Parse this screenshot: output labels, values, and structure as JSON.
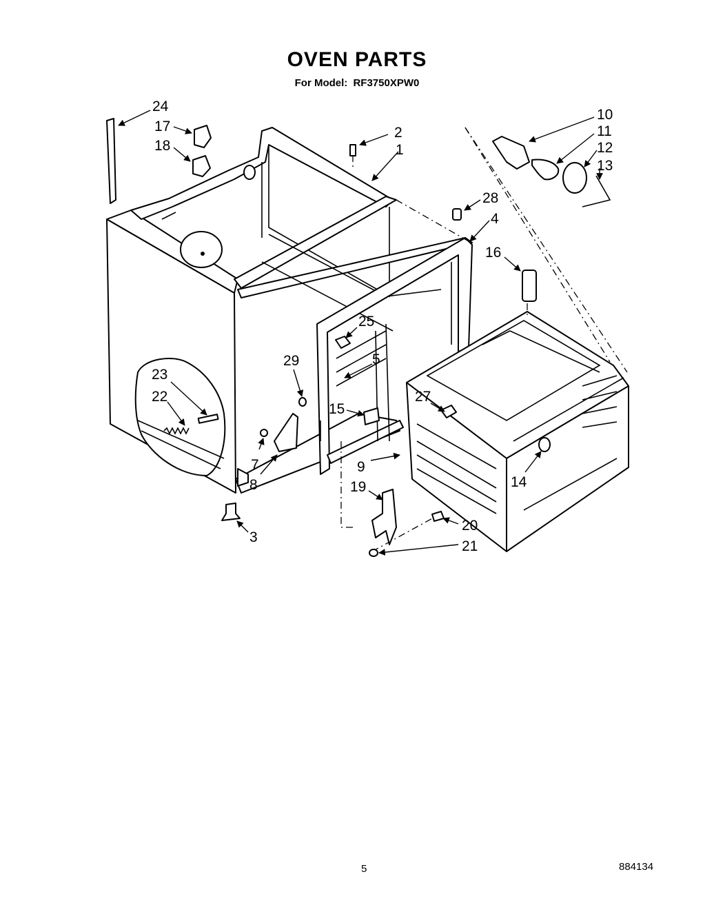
{
  "title": "OVEN PARTS",
  "subtitle": {
    "prefix": "For Model:",
    "model": "RF3750XPW0"
  },
  "callouts": [
    "24",
    "17",
    "18",
    "2",
    "1",
    "10",
    "11",
    "12",
    "13",
    "28",
    "4",
    "16",
    "25",
    "5",
    "29",
    "23",
    "22",
    "27",
    "15",
    "9",
    "14",
    "7",
    "8",
    "19",
    "20",
    "21",
    "3"
  ],
  "footer": {
    "page_number": "5",
    "document_code": "884134"
  }
}
